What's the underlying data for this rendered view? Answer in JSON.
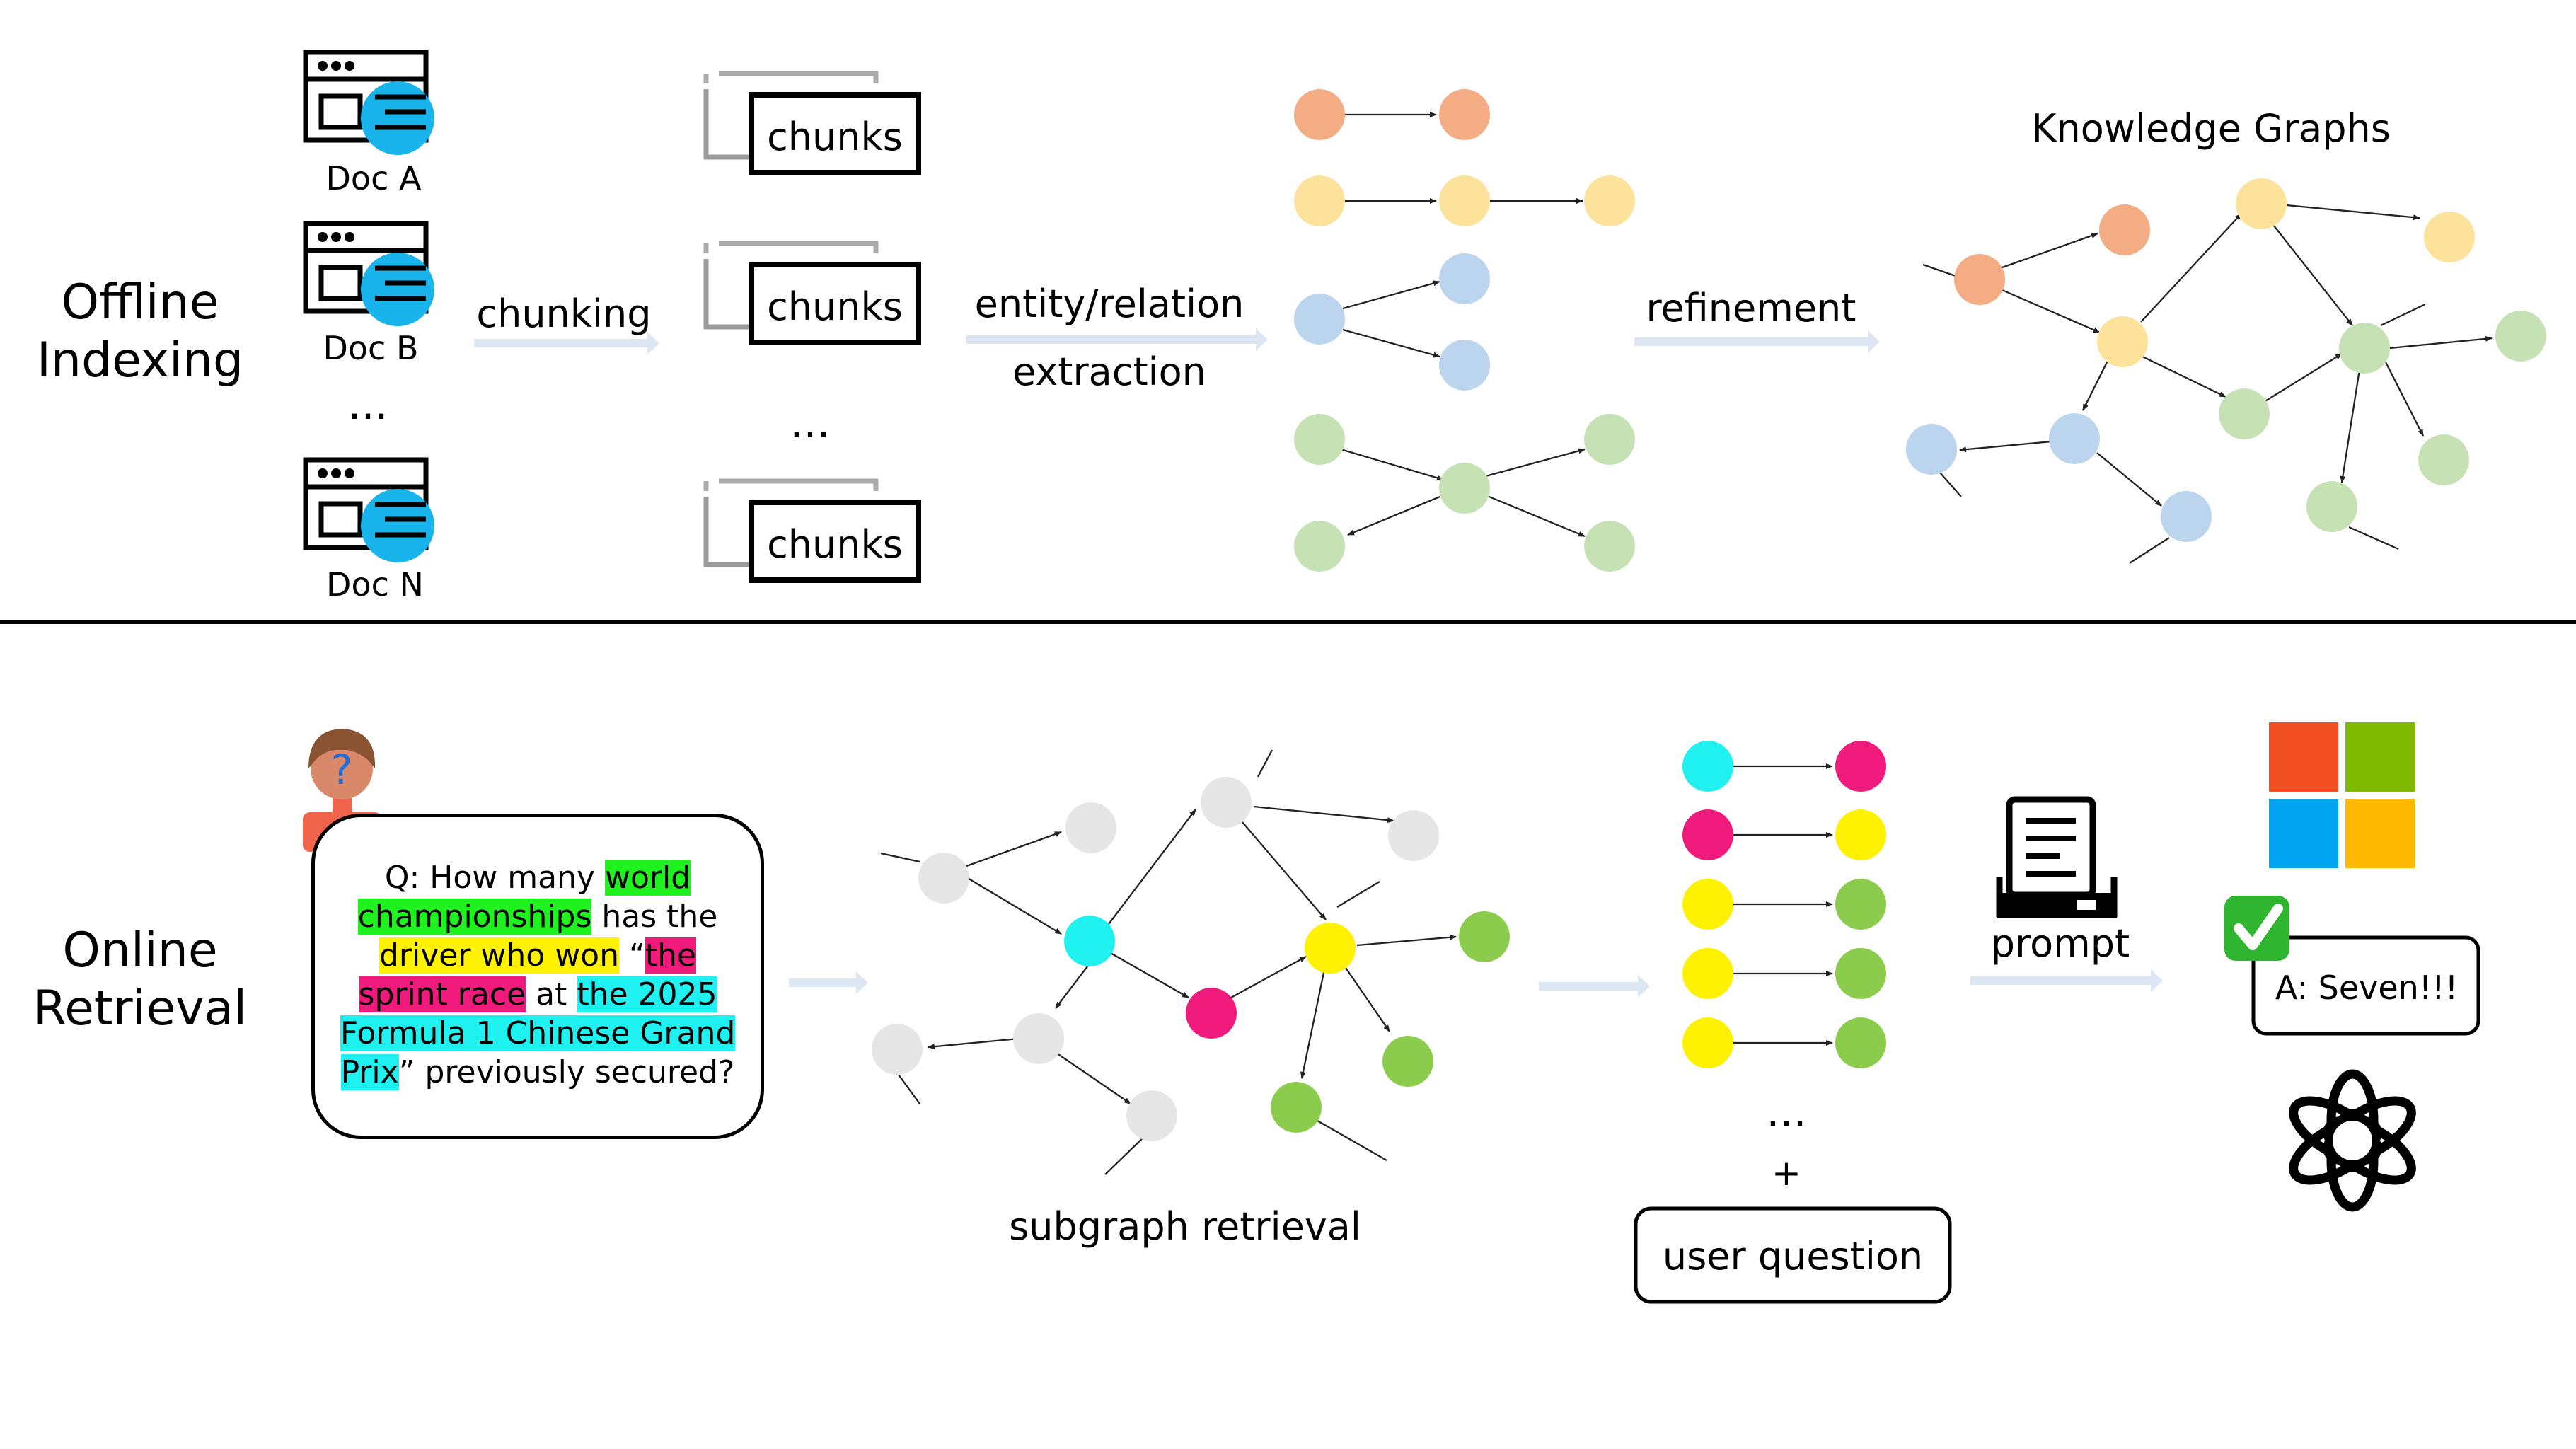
{
  "offline": {
    "title_line1": "Offline",
    "title_line2": "Indexing",
    "docs": [
      "Doc A",
      "Doc B",
      "...",
      "Doc N"
    ],
    "chunking_label": "chunking",
    "chunks": [
      "chunks",
      "chunks",
      "...",
      "chunks"
    ],
    "extraction_line1": "entity/relation",
    "extraction_line2": "extraction",
    "refinement_label": "refinement",
    "kg_title": "Knowledge Graphs"
  },
  "online": {
    "title_line1": "Online",
    "title_line2": "Retrieval",
    "question": {
      "prefix": "Q: How many ",
      "hl1_a": "world",
      "hl1_b": "championships",
      "mid1": " has the",
      "hl2": "driver who won",
      "quote_open": " “",
      "hl3_a": "the",
      "hl3_b": "sprint race",
      "mid2": " at ",
      "hl4_a": "the 2025",
      "hl4_b": "Formula 1 Chinese Grand",
      "hl4_c": "Prix",
      "suffix": "” previously secured?"
    },
    "subgraph_label": "subgraph retrieval",
    "ellipsis": "...",
    "plus": "+",
    "user_question_label": "user question",
    "prompt_label": "prompt",
    "answer": "A: Seven!!!"
  },
  "colors": {
    "orange": "#f4ac84",
    "yellow_light": "#fde29b",
    "blue_light": "#bcd5ee",
    "green_light": "#c6e2b5",
    "gray": "#e6e6e6",
    "cyan": "#1ff1f1",
    "magenta": "#ef1a7c",
    "yellow": "#fff200",
    "green": "#8ccc4c",
    "arrow_band": "#dde6f3",
    "doc_badge": "#19b4ec",
    "ms_red": "#f25022",
    "ms_green": "#7fba00",
    "ms_blue": "#00a4ef",
    "ms_yellow": "#ffb900",
    "check_green": "#2fb52f"
  },
  "icons": [
    "document-icon",
    "user-question-icon",
    "printer-icon",
    "microsoft-logo-icon",
    "checkmark-icon",
    "openai-logo-icon"
  ]
}
